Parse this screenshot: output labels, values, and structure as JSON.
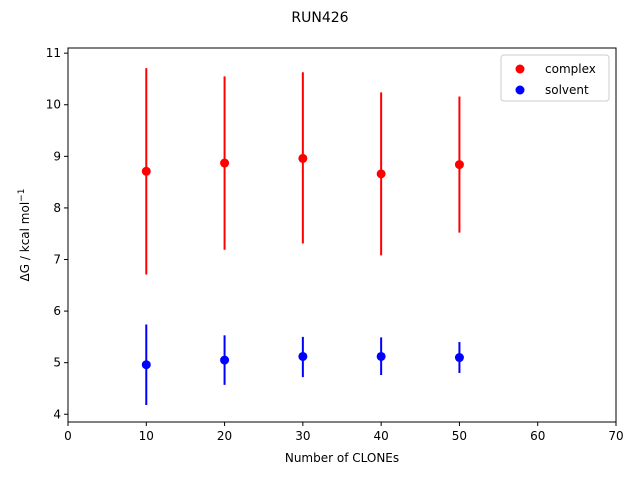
{
  "chart_data": {
    "type": "scatter",
    "title": "RUN426",
    "xlabel": "Number of CLONEs",
    "ylabel": "ΔG / kcal mol",
    "ylabel_sup": "−1",
    "xlim": [
      0,
      70
    ],
    "ylim": [
      3.85,
      11.1
    ],
    "xticks": [
      0,
      10,
      20,
      30,
      40,
      50,
      60,
      70
    ],
    "yticks": [
      4,
      5,
      6,
      7,
      8,
      9,
      10,
      11
    ],
    "grid": false,
    "legend_position": "top-right",
    "series": [
      {
        "name": "complex",
        "color": "#ff0000",
        "x": [
          10,
          20,
          30,
          40,
          50
        ],
        "y": [
          8.71,
          8.87,
          8.96,
          8.66,
          8.84
        ],
        "err_low": [
          6.71,
          7.19,
          7.31,
          7.08,
          7.52
        ],
        "err_high": [
          10.71,
          10.55,
          10.63,
          10.24,
          10.16
        ]
      },
      {
        "name": "solvent",
        "color": "#0000ff",
        "x": [
          10,
          20,
          30,
          40,
          50
        ],
        "y": [
          4.96,
          5.05,
          5.12,
          5.12,
          5.1
        ],
        "err_low": [
          4.18,
          4.57,
          4.72,
          4.76,
          4.8
        ],
        "err_high": [
          5.74,
          5.53,
          5.5,
          5.49,
          5.4
        ]
      }
    ]
  }
}
